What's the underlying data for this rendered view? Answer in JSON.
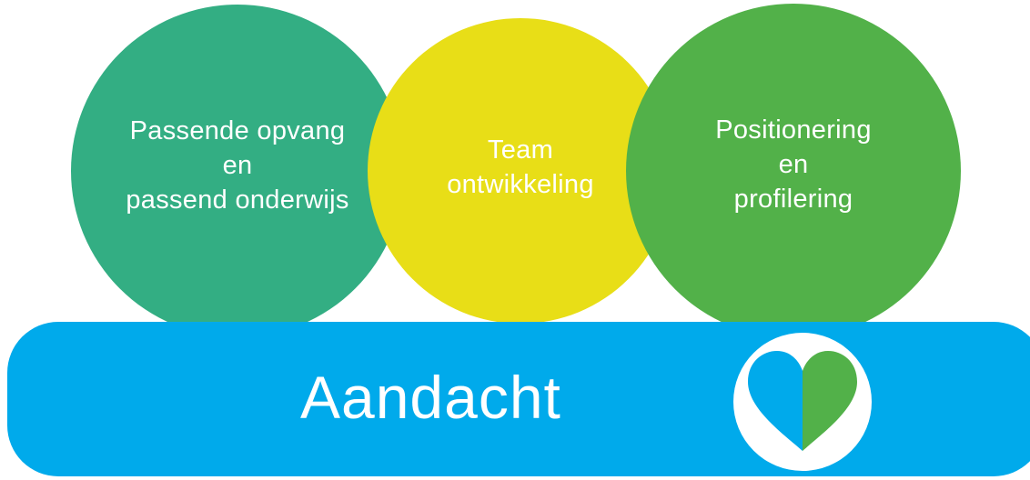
{
  "circles": [
    {
      "lines": [
        "Passende opvang",
        "en",
        "passend onderwijs"
      ],
      "color": "#33ae83"
    },
    {
      "lines": [
        "Team",
        "ontwikkeling"
      ],
      "color": "#e8de17"
    },
    {
      "lines": [
        "Positionering",
        "en",
        "profilering"
      ],
      "color": "#52b149"
    }
  ],
  "banner": {
    "title": "Aandacht",
    "color": "#00aaeb",
    "icon": "heart-icon"
  }
}
